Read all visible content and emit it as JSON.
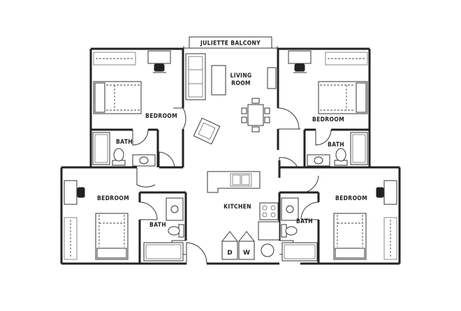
{
  "labels": {
    "balcony": "JULIETTE BALCONY",
    "living_line1": "LIVING",
    "living_line2": "ROOM",
    "bedroom_upper_left": "BEDROOM",
    "bedroom_upper_right": "BEDROOM",
    "bedroom_lower_left": "BEDROOM",
    "bedroom_lower_right": "BEDROOM",
    "bath_upper_left": "BATH",
    "bath_upper_right": "BATH",
    "bath_lower_left": "BATH",
    "bath_lower_right": "BATH",
    "kitchen": "KITCHEN",
    "dryer": "D",
    "washer": "W"
  }
}
